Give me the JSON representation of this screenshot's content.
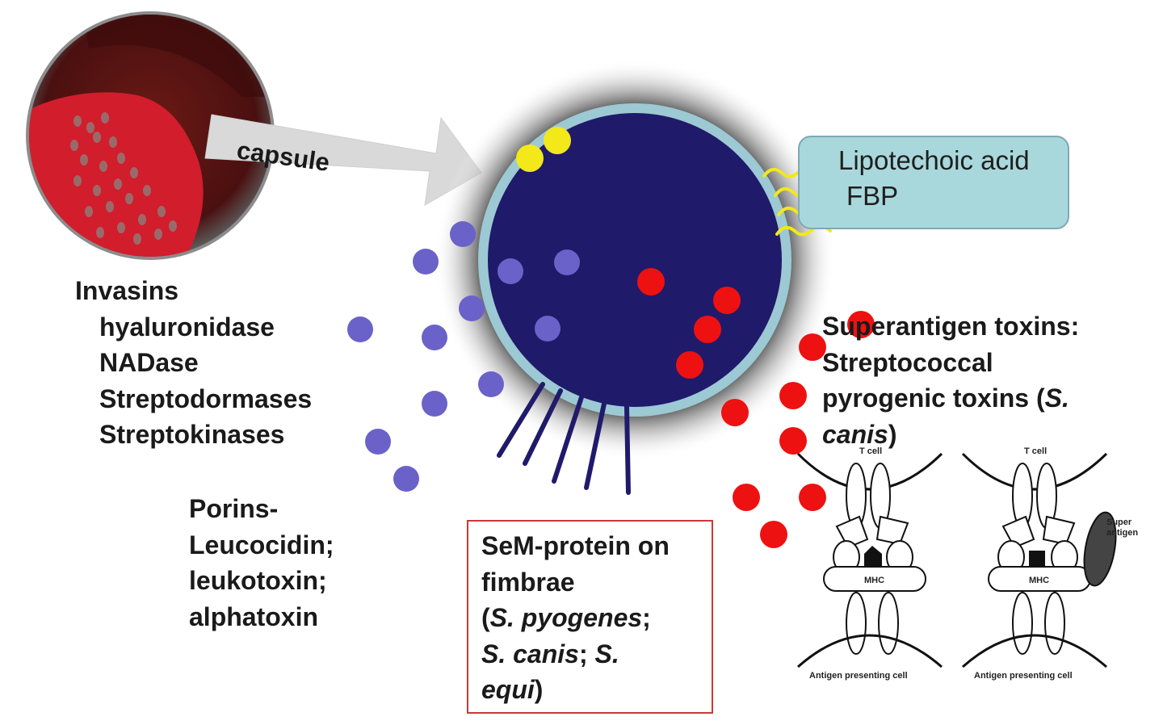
{
  "labels": {
    "capsule": "capsule",
    "lipo": {
      "line1": "Lipotechoic acid",
      "line2": "FBP"
    },
    "invasins": {
      "title": "Invasins",
      "items": [
        "hyaluronidase",
        "NADase",
        "Streptodormases",
        "Streptokinases"
      ]
    },
    "porins": [
      "Porins-",
      "Leucocidin;",
      "leukotoxin;",
      "alphatoxin"
    ],
    "sem": {
      "line1": "SeM-protein on",
      "line2": "fimbrae",
      "line3_open": "(",
      "line3_italic": "S. pyogenes",
      "line3_close": ";",
      "line4_italic_a": "S. canis",
      "line4_mid": "; ",
      "line4_italic_b": "S.",
      "line5_italic": "equi",
      "line5_close": ")"
    },
    "superantigen": {
      "line1": "Superantigen toxins:",
      "line2": "Streptococcal",
      "line3_plain": "pyrogenic toxins (",
      "line3_italic": "S.",
      "line4_italic": "canis",
      "line4_close": ")"
    },
    "tcell": "T cell",
    "mhc": "MHC",
    "apc": "Antigen presenting cell",
    "super_antigen_small": [
      "Super",
      "antigen"
    ]
  },
  "colors": {
    "cell": "#201a6b",
    "membrane": "#9cc9d3",
    "halo": "#7a7a7a",
    "invasin_dot": "#6a62c8",
    "toxin_dot": "#ee1111",
    "lipo_dot": "#f2e81a",
    "agar": "#d21d2c",
    "plate": "#5a1616",
    "arrow": "#d9d9d9",
    "lipo_box": "#a9d8dc",
    "sem_border": "#c83a3a"
  }
}
